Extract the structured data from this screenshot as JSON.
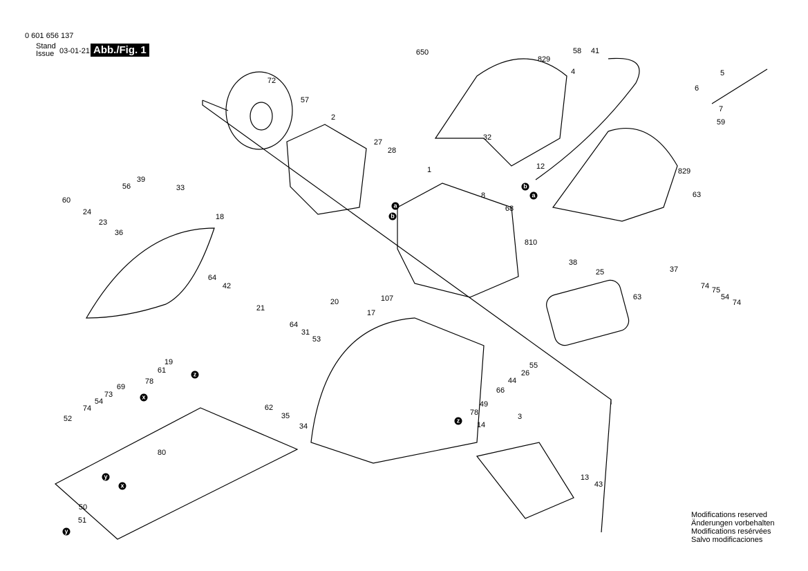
{
  "header": {
    "part_number": "0 601 656 137",
    "stand": "Stand",
    "issue": "Issue",
    "date": "03-01-21",
    "figure": "Abb./Fig. 1"
  },
  "labels": [
    "72",
    "57",
    "2",
    "650",
    "829",
    "58",
    "41",
    "4",
    "5",
    "6",
    "7",
    "59",
    "32",
    "27",
    "28",
    "12",
    "829",
    "63",
    "1",
    "8",
    "68",
    "39",
    "56",
    "33",
    "60",
    "24",
    "23",
    "36",
    "18",
    "810",
    "38",
    "25",
    "37",
    "74",
    "75",
    "54",
    "74",
    "64",
    "42",
    "21",
    "63",
    "20",
    "107",
    "17",
    "64",
    "31",
    "53",
    "55",
    "26",
    "44",
    "66",
    "49",
    "78",
    "19",
    "61",
    "78",
    "69",
    "73",
    "54",
    "74",
    "52",
    "62",
    "35",
    "34",
    "3",
    "14",
    "80",
    "13",
    "43",
    "50",
    "51"
  ],
  "markers": [
    "a",
    "a",
    "b",
    "b",
    "z",
    "z",
    "x",
    "x",
    "y",
    "y"
  ],
  "notes": [
    "Modifications reserved",
    "Änderungen vorbehalten",
    "Modifications resérvées",
    "Salvo modificaciones"
  ]
}
